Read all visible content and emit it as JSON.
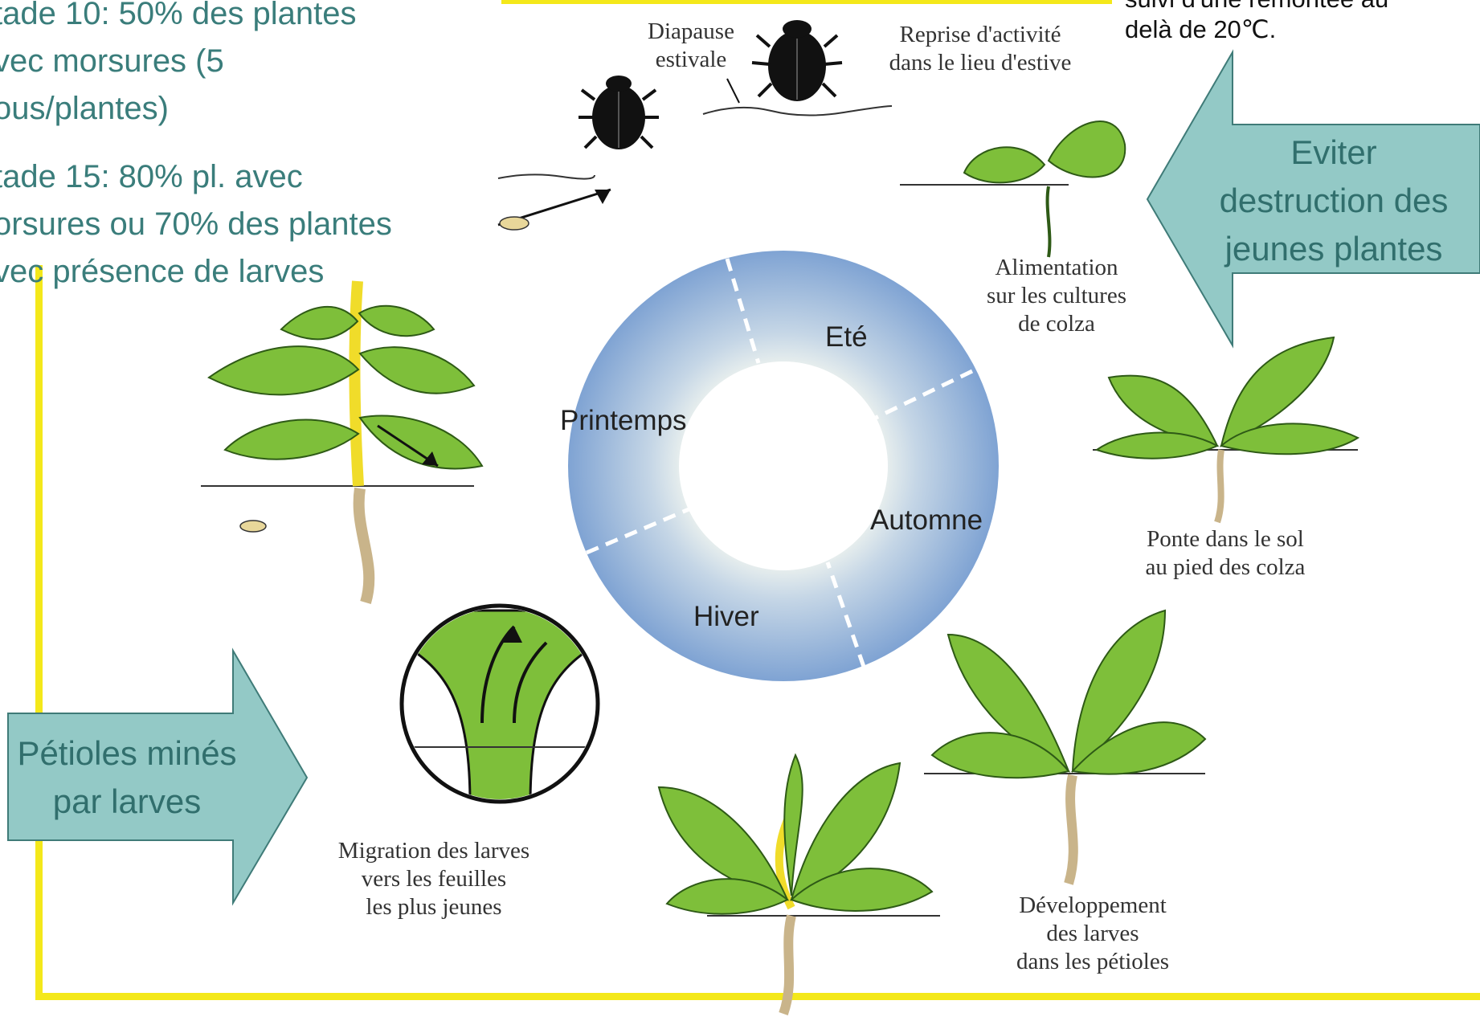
{
  "left_text": {
    "line_1": "tade 10: 50% des plantes",
    "line_2": "vec morsures (5",
    "line_3": "ous/plantes)",
    "line_4": "tade 15: 80% pl. avec",
    "line_5": "orsures ou 70% des plantes",
    "line_6": "vec présence de larves"
  },
  "top_right_text": {
    "line_1": "suivi d'une remontée au",
    "line_2": "delà de 20℃."
  },
  "arrows": {
    "right_arrow": {
      "line_1": "Eviter",
      "line_2": "destruction des",
      "line_3": "jeunes plantes"
    },
    "left_arrow": {
      "line_1": "Pétioles minés",
      "line_2": "par larves"
    },
    "color": "#93c9c6"
  },
  "cycle_labels": {
    "diapause": {
      "line_1": "Diapause",
      "line_2": "estivale"
    },
    "reprise": {
      "line_1": "Reprise d'activité",
      "line_2": "dans le lieu d'estive"
    },
    "alimentation": {
      "line_1": "Alimentation",
      "line_2": "sur les cultures",
      "line_3": "de colza"
    },
    "ponte": {
      "line_1": "Ponte dans le sol",
      "line_2": "au pied des colza"
    },
    "developpement": {
      "line_1": "Développement",
      "line_2": "des larves",
      "line_3": "dans les pétioles"
    },
    "migration": {
      "line_1": "Migration des larves",
      "line_2": "vers les feuilles",
      "line_3": "les plus jeunes"
    }
  },
  "seasons": {
    "ete": "Eté",
    "printemps": "Printemps",
    "automne": "Automne",
    "hiver": "Hiver"
  },
  "colors": {
    "ring": "#7fa3d3",
    "frame": "#f4e81a",
    "leaf": "#7ebf3a",
    "leaf_dark": "#2e5a16",
    "stem_yellow": "#f0dc2a",
    "root": "#c9b48a"
  },
  "icons": [
    "beetle-icon",
    "larva-icon",
    "plant-icon",
    "magnified-petiole-icon"
  ]
}
